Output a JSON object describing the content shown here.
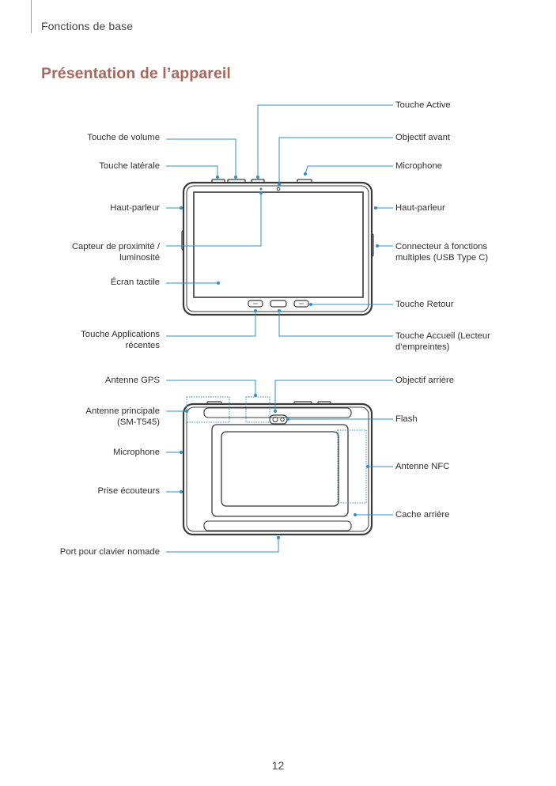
{
  "header": {
    "section": "Fonctions de base"
  },
  "title": "Présentation de l’appareil",
  "front_labels": {
    "touche_active": "Touche Active",
    "touche_volume": "Touche de volume",
    "objectif_avant": "Objectif avant",
    "touche_laterale": "Touche latérale",
    "microphone": "Microphone",
    "haut_parleur_left": "Haut-parleur",
    "haut_parleur_right": "Haut-parleur",
    "capteur_l1": "Capteur de proximité /",
    "capteur_l2": "luminosité",
    "connecteur_l1": "Connecteur à fonctions",
    "connecteur_l2": "multiples (USB Type C)",
    "ecran": "Écran tactile",
    "touche_retour": "Touche Retour",
    "apps_l1": "Touche Applications",
    "apps_l2": "récentes",
    "accueil_l1": "Touche Accueil (Lecteur",
    "accueil_l2": "d’empreintes)"
  },
  "back_labels": {
    "antenne_gps": "Antenne GPS",
    "objectif_arriere": "Objectif arrière",
    "antenne_principale_l1": "Antenne principale",
    "antenne_principale_l2": "(SM-T545)",
    "flash": "Flash",
    "microphone": "Microphone",
    "antenne_nfc": "Antenne NFC",
    "prise": "Prise écouteurs",
    "cache": "Cache arrière",
    "port": "Port pour clavier nomade"
  },
  "page_number": "12",
  "colors": {
    "title": "#a8675a",
    "leader": "#2f8fc4",
    "device": "#3a3a3a"
  }
}
